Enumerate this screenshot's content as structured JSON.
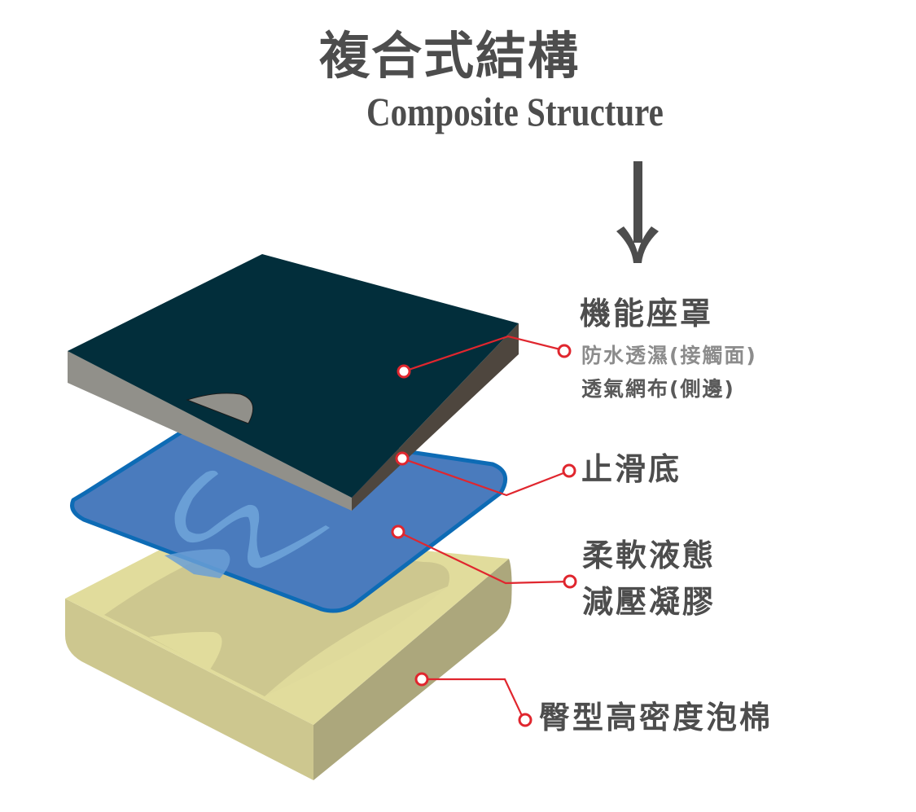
{
  "title": {
    "zh": "複合式結構",
    "en": "Composite Structure"
  },
  "arrow": {
    "icon": "down-arrow-icon",
    "direction": "down"
  },
  "layers": [
    {
      "id": "seat-cover",
      "name": "機能座罩",
      "details": [
        "防水透濕(接觸面)",
        "透氣網布(側邊)"
      ],
      "colors": {
        "top": "#022e3b",
        "front": "#91908a",
        "side": "#4e463e"
      }
    },
    {
      "id": "anti-slip-base",
      "name": "止滑底",
      "details": []
    },
    {
      "id": "gel-layer",
      "name_lines": [
        "柔軟液態",
        "減壓凝膠"
      ],
      "colors": {
        "fill": "#4a7bbd",
        "stroke": "#0d6bb5",
        "highlight": "#6a9fd6"
      }
    },
    {
      "id": "foam-base",
      "name": "臀型高密度泡棉",
      "colors": {
        "top_light": "#e1dc9c",
        "top": "#cdc78f",
        "side": "#aca77c"
      }
    }
  ],
  "callout_color": "#e0262e",
  "text_color": "#4d4d4d"
}
